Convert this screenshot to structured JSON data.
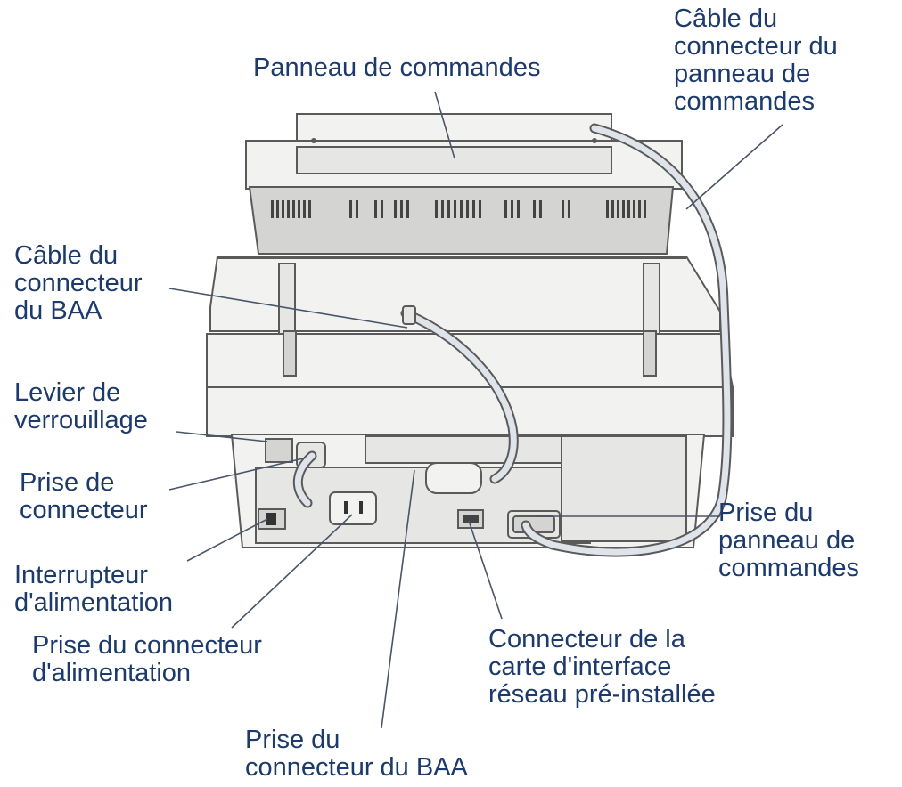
{
  "labels": {
    "control_panel": "Panneau de commandes",
    "control_panel_cable": [
      "Câble du",
      "connecteur du",
      "panneau de",
      "commandes"
    ],
    "adf_cable": [
      "Câble du",
      "connecteur",
      "du BAA"
    ],
    "lock_lever": [
      "Levier de",
      "verrouillage"
    ],
    "connector_socket": [
      "Prise de",
      "connecteur"
    ],
    "power_switch": [
      "Interrupteur",
      "d'alimentation"
    ],
    "power_socket": [
      "Prise du connecteur",
      "d'alimentation"
    ],
    "adf_socket": [
      "Prise du",
      "connecteur du BAA"
    ],
    "nic_connector": [
      "Connecteur de la",
      "carte d'interface",
      "réseau pré-installée"
    ],
    "control_panel_socket": [
      "Prise du",
      "panneau de",
      "commandes"
    ]
  },
  "colors": {
    "label_text": "#1c3a6b",
    "leader_line": "#4a5568",
    "outline": "#5a5a5a",
    "device_body": "#f2f2f0",
    "cable_fill": "#dfe3ea"
  }
}
